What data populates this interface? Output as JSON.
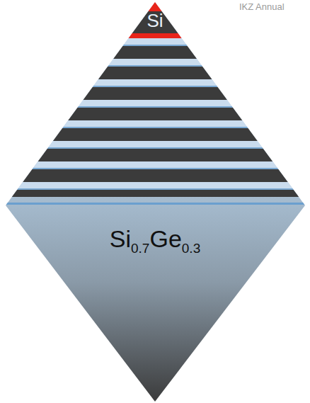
{
  "diagram": {
    "labels": [
      "IKZ Annual",
      "Si",
      "Si",
      "0.7",
      "Ge",
      "0.3"
    ]
  }
}
